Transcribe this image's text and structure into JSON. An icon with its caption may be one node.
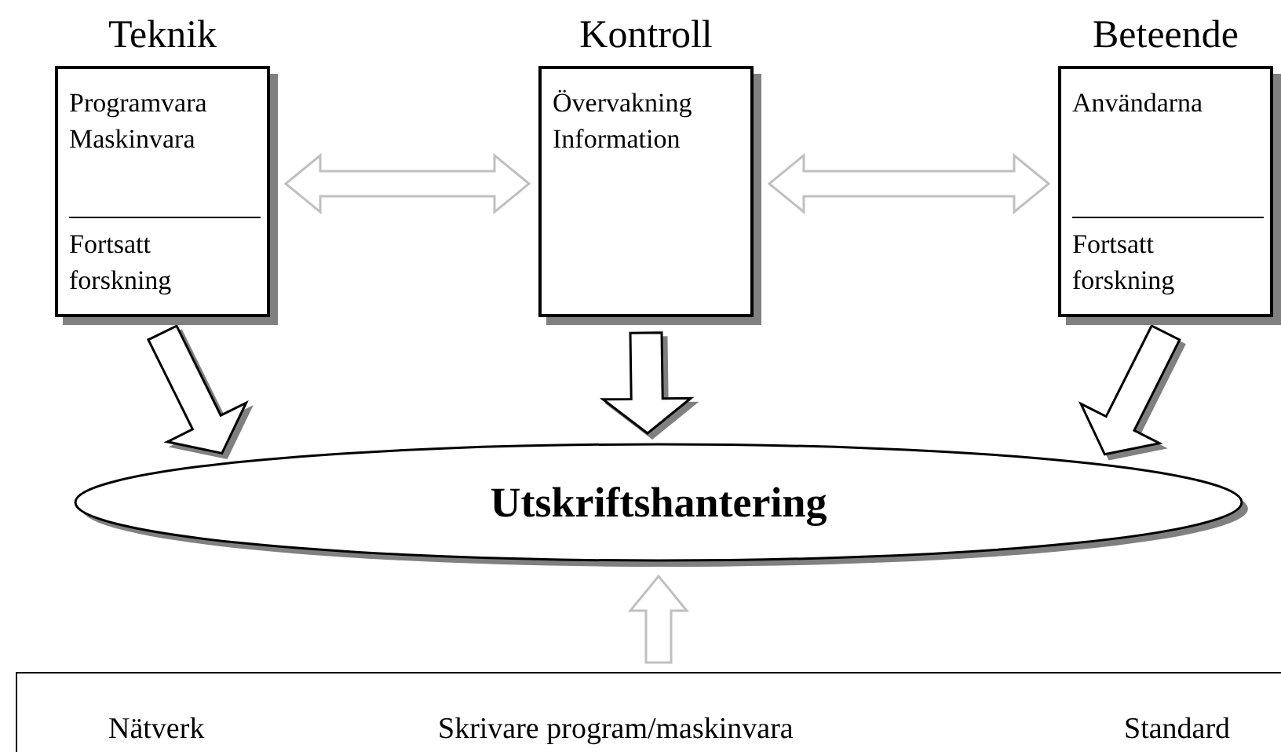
{
  "diagram": {
    "nodes": [
      {
        "text": [
          "Teknik",
          "Programvara Maskinvara",
          "Fortsatt forskning"
        ]
      },
      {
        "text": [
          "Kontroll",
          "Övervakning Information"
        ]
      },
      {
        "text": [
          "Beteende",
          "Användarna",
          "Fortsatt forskning"
        ]
      },
      {
        "text": [
          "Utskriftshantering"
        ]
      },
      {
        "text": [
          "Nätverk",
          "Skrivare program/maskinvara",
          "Standard"
        ]
      }
    ],
    "edges": [
      {
        "from": 0,
        "to": 1,
        "arrow": "both",
        "color": "#c0c0c0"
      },
      {
        "from": 1,
        "to": 2,
        "arrow": "both",
        "color": "#c0c0c0"
      },
      {
        "from": 0,
        "to": 3,
        "arrow": "to"
      },
      {
        "from": 1,
        "to": 3,
        "arrow": "to"
      },
      {
        "from": 2,
        "to": 3,
        "arrow": "to"
      },
      {
        "from": 4,
        "to": 3,
        "arrow": "to",
        "color": "#c0c0c0"
      }
    ]
  }
}
